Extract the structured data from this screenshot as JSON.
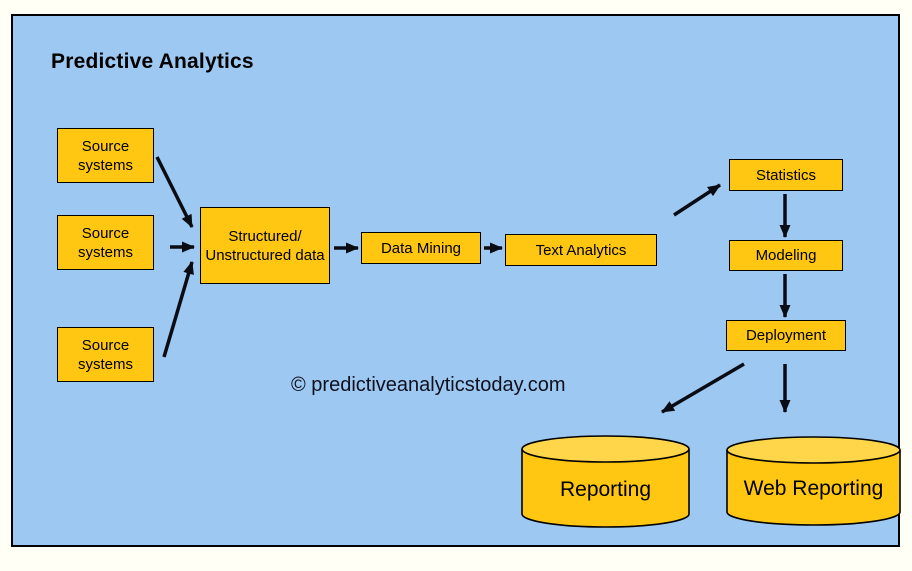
{
  "diagram": {
    "title": "Predictive Analytics",
    "copyright": "© predictiveanalyticstoday.com",
    "colors": {
      "background": "#9dc8f1",
      "node_fill": "#ffc712",
      "cylinder_top_fill": "#ffd54a",
      "border": "#000000",
      "arrow": "#0b0b14"
    },
    "nodes": {
      "source_systems_1": {
        "label": "Source systems",
        "shape": "rect"
      },
      "source_systems_2": {
        "label": "Source systems",
        "shape": "rect"
      },
      "source_systems_3": {
        "label": "Source systems",
        "shape": "rect"
      },
      "structured_unstructured_data": {
        "label": "Structured/ Unstructured data",
        "shape": "rect"
      },
      "data_mining": {
        "label": "Data Mining",
        "shape": "rect"
      },
      "text_analytics": {
        "label": "Text Analytics",
        "shape": "rect"
      },
      "statistics": {
        "label": "Statistics",
        "shape": "rect"
      },
      "modeling": {
        "label": "Modeling",
        "shape": "rect"
      },
      "deployment": {
        "label": "Deployment",
        "shape": "rect"
      },
      "reporting": {
        "label": "Reporting",
        "shape": "cylinder"
      },
      "web_reporting": {
        "label": "Web Reporting",
        "shape": "cylinder"
      }
    },
    "edges": [
      {
        "from": "source_systems_1",
        "to": "structured_unstructured_data"
      },
      {
        "from": "source_systems_2",
        "to": "structured_unstructured_data"
      },
      {
        "from": "source_systems_3",
        "to": "structured_unstructured_data"
      },
      {
        "from": "structured_unstructured_data",
        "to": "data_mining"
      },
      {
        "from": "data_mining",
        "to": "text_analytics"
      },
      {
        "from": "text_analytics",
        "to": "statistics"
      },
      {
        "from": "statistics",
        "to": "modeling"
      },
      {
        "from": "modeling",
        "to": "deployment"
      },
      {
        "from": "deployment",
        "to": "reporting"
      },
      {
        "from": "deployment",
        "to": "web_reporting"
      }
    ]
  }
}
